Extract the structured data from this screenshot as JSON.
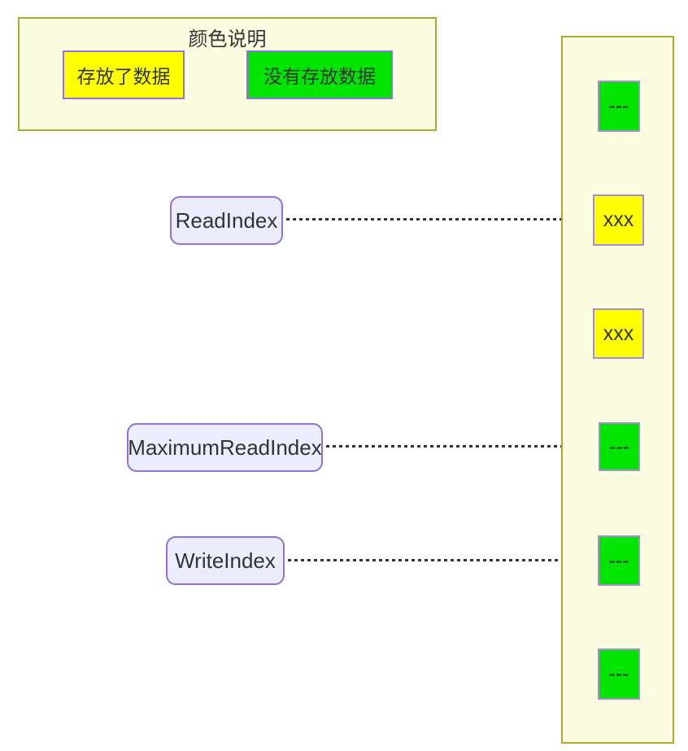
{
  "colors": {
    "filled": "#ffff00",
    "empty": "#00e400",
    "node_fill": "#ececff",
    "node_border": "#9370db",
    "panel_fill": "#fcfce0",
    "panel_border": "#aaaa33",
    "cell_border": "#a98bd6",
    "arrow": "#333333",
    "text": "#333333"
  },
  "legend": {
    "title": "颜色说明",
    "items": [
      {
        "label": "存放了数据",
        "state": "filled"
      },
      {
        "label": "没有存放数据",
        "state": "empty"
      }
    ]
  },
  "pointers": [
    {
      "label": "ReadIndex",
      "points_to_cell_index": 1
    },
    {
      "label": "MaximumReadIndex",
      "points_to_cell_index": 3
    },
    {
      "label": "WriteIndex",
      "points_to_cell_index": 4
    }
  ],
  "buffer": {
    "cells": [
      {
        "text": "---",
        "state": "empty"
      },
      {
        "text": "xxx",
        "state": "filled"
      },
      {
        "text": "xxx",
        "state": "filled"
      },
      {
        "text": "---",
        "state": "empty"
      },
      {
        "text": "---",
        "state": "empty"
      },
      {
        "text": "---",
        "state": "empty"
      }
    ]
  }
}
